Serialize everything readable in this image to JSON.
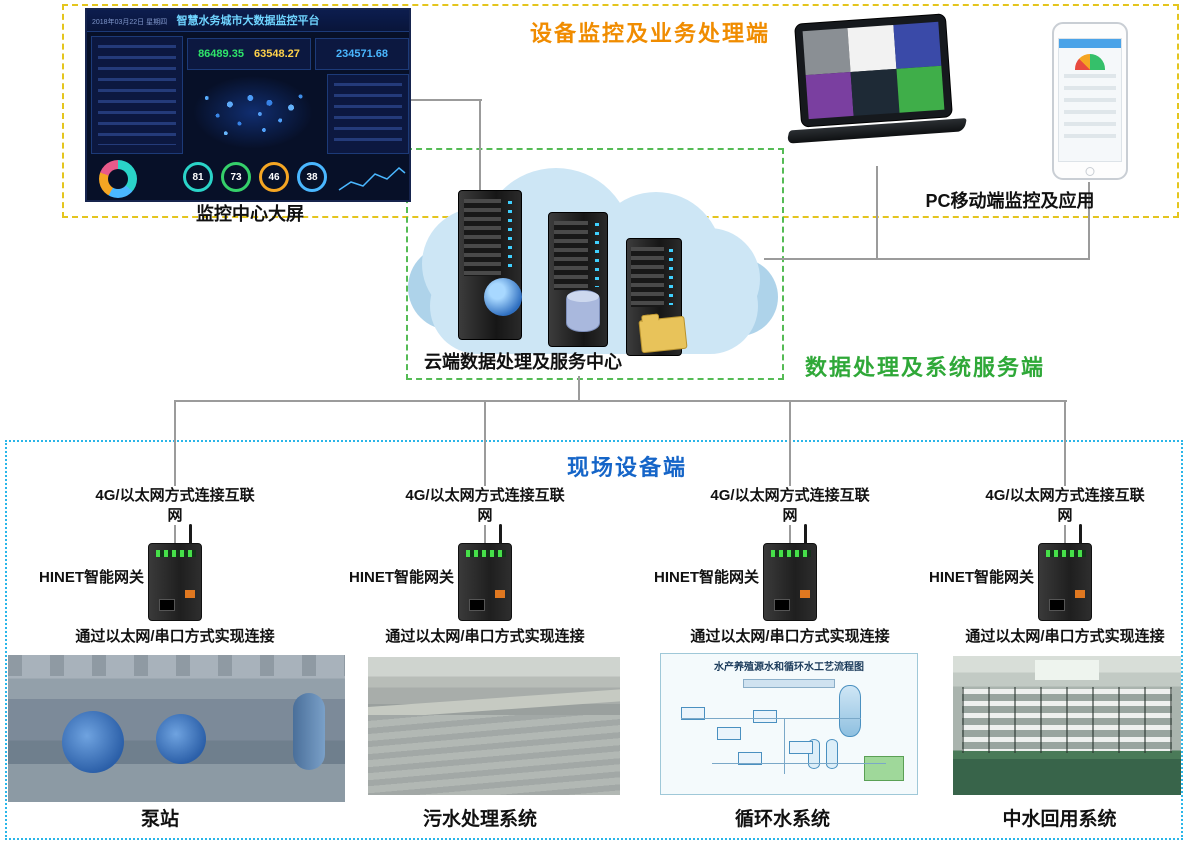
{
  "zones": {
    "monitor_title": "设备监控及业务处理端",
    "service_title": "数据处理及系统服务端",
    "field_title": "现场设备端"
  },
  "monitor": {
    "dashboard_label": "监控中心大屏",
    "pc_label": "PC移动端监控及应用"
  },
  "cloud": {
    "label": "云端数据处理及服务中心"
  },
  "dashboard": {
    "title": "智慧水务城市大数据监控平台",
    "date": "2018年03月22日 星期四",
    "stat1": "86489.35",
    "stat2": "63548.27",
    "stat3": "234571.68",
    "gauges": [
      "81",
      "73",
      "46",
      "38"
    ]
  },
  "field": {
    "schematic_title": "水产养殖源水和循环水工艺流程图",
    "columns": [
      {
        "conn_top": "4G/以太网方式连接互联网",
        "gateway_label": "HINET智能网关",
        "conn_bottom": "通过以太网/串口方式实现连接",
        "photo_label": "泵站"
      },
      {
        "conn_top": "4G/以太网方式连接互联网",
        "gateway_label": "HINET智能网关",
        "conn_bottom": "通过以太网/串口方式实现连接",
        "photo_label": "污水处理系统"
      },
      {
        "conn_top": "4G/以太网方式连接互联网",
        "gateway_label": "HINET智能网关",
        "conn_bottom": "通过以太网/串口方式实现连接",
        "photo_label": "循环水系统"
      },
      {
        "conn_top": "4G/以太网方式连接互联网",
        "gateway_label": "HINET智能网关",
        "conn_bottom": "通过以太网/串口方式实现连接",
        "photo_label": "中水回用系统"
      }
    ]
  },
  "colors": {
    "monitor_border": "#e4c51e",
    "monitor_title": "#f08c00",
    "service_border": "#55bb55",
    "service_title": "#2fa838",
    "field_border": "#2ab6e8",
    "field_title": "#1565c8",
    "line": "#9b9b9b"
  }
}
